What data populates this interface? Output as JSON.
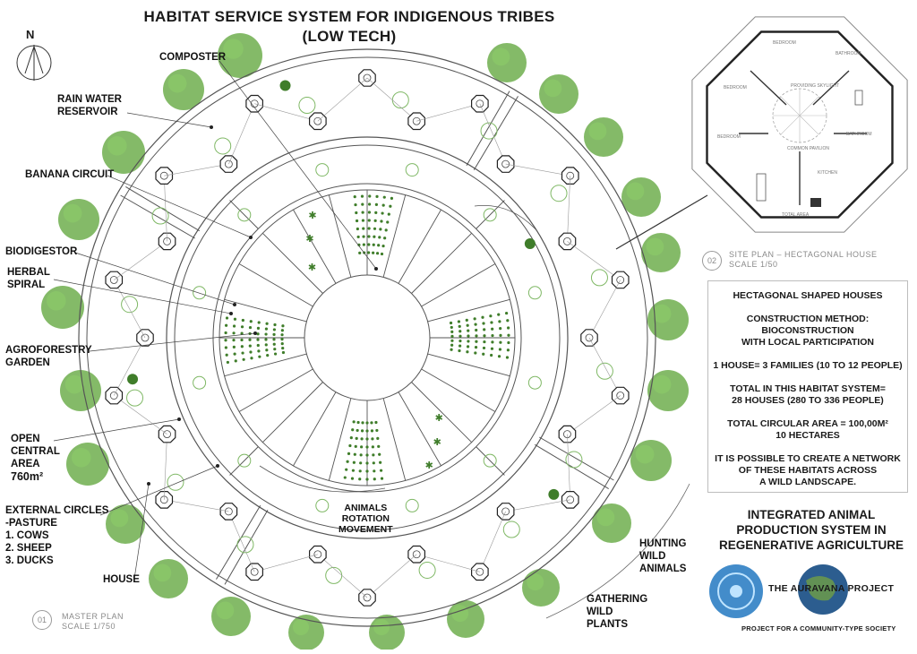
{
  "title_line1": "HABITAT SERVICE SYSTEM FOR INDIGENOUS TRIBES",
  "title_line2": "(LOW TECH)",
  "north": "N",
  "labels": {
    "composter": "COMPOSTER",
    "rain_water_1": "RAIN WATER",
    "rain_water_2": "RESERVOIR",
    "banana": "BANANA CIRCUIT",
    "biodigestor": "BIODIGESTOR",
    "herbal_1": "HERBAL",
    "herbal_2": "SPIRAL",
    "agro_1": "AGROFORESTRY",
    "agro_2": "GARDEN",
    "open_1": "OPEN",
    "open_2": "CENTRAL",
    "open_3": "AREA",
    "open_4": "760m²",
    "ext_1": "EXTERNAL CIRCLES",
    "ext_2": "-PASTURE",
    "ext_3": "1.  COWS",
    "ext_4": "2.  SHEEP",
    "ext_5": "3.  DUCKS",
    "house": "HOUSE",
    "animals_1": "ANIMALS",
    "animals_2": "ROTATION",
    "animals_3": "MOVEMENT",
    "hunting_1": "HUNTING",
    "hunting_2": "WILD",
    "hunting_3": "ANIMALS",
    "gathering_1": "GATHERING",
    "gathering_2": "WILD",
    "gathering_3": "PLANTS"
  },
  "plan": {
    "master_num": "01",
    "master_1": "MASTER PLAN",
    "master_2": "SCALE 1/750",
    "site_num": "02",
    "site_1": "SITE PLAN – HECTAGONAL HOUSE",
    "site_2": "SCALE 1/50"
  },
  "info": {
    "l1": "HECTAGONAL SHAPED HOUSES",
    "l2": "CONSTRUCTION METHOD:",
    "l3": "BIOCONSTRUCTION",
    "l4": "WITH LOCAL PARTICIPATION",
    "l5": "1 HOUSE= 3 FAMILIES (10 TO 12 PEOPLE)",
    "l6": "TOTAL IN THIS HABITAT SYSTEM=",
    "l7": "28 HOUSES (280 TO 336 PEOPLE)",
    "l8": "TOTAL CIRCULAR AREA = 100,00M²",
    "l9": "10 HECTARES",
    "l10": "IT IS POSSIBLE TO CREATE A NETWORK",
    "l11": "OF THESE HABITATS ACROSS",
    "l12": "A WILD LANDSCAPE."
  },
  "integrated_1": "INTEGRATED ANIMAL",
  "integrated_2": "PRODUCTION SYSTEM IN",
  "integrated_3": "REGENERATIVE AGRICULTURE",
  "auravana": "THE AURAVANA PROJECT",
  "society": "PROJECT FOR A COMMUNITY-TYPE SOCIETY",
  "rooms": {
    "bedroom": "BEDROOM",
    "bathroom": "BATHROOM",
    "kitchen": "KITCHEN",
    "skylight": "PROVIDING SKYLIGHT",
    "pavilion": "COMMON PAVILION",
    "total": "TOTAL AREA"
  },
  "colors": {
    "tree": "#6fae4e",
    "tree_dark": "#3f7d2a",
    "line": "#4a4a4a",
    "accent_blue": "#2f7fc4"
  }
}
